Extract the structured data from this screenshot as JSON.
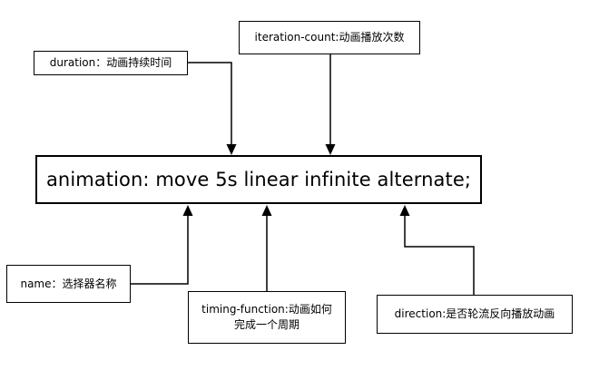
{
  "main_statement": "animation: move 5s linear infinite alternate;",
  "annotations": {
    "duration": "duration：动画持续时间",
    "iteration_count": "iteration-count:动画播放次数",
    "name": "name：选择器名称",
    "timing_function": "timing-function:动画如何\n完成一个周期",
    "direction": "direction:是否轮流反向播放动画"
  }
}
